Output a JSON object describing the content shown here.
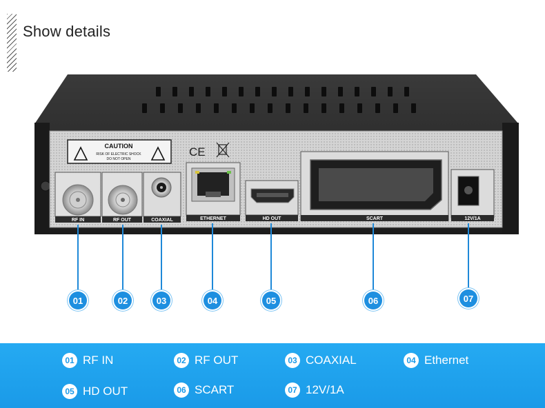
{
  "header": {
    "title": "Show details"
  },
  "device": {
    "caution_title": "CAUTION",
    "caution_line1": "RISK OF ELECTRIC SHOCK",
    "caution_line2": "DO NOT OPEN",
    "ce_mark": "CE",
    "ports": [
      {
        "id": "01",
        "label": "RF IN"
      },
      {
        "id": "02",
        "label": "RF OUT"
      },
      {
        "id": "03",
        "label": "COAXIAL"
      },
      {
        "id": "04",
        "label": "ETHERNET"
      },
      {
        "id": "05",
        "label": "HD OUT"
      },
      {
        "id": "06",
        "label": "SCART"
      },
      {
        "id": "07",
        "label": "12V/1A"
      }
    ]
  },
  "callouts": [
    "01",
    "02",
    "03",
    "04",
    "05",
    "06",
    "07"
  ],
  "legend": [
    {
      "num": "01",
      "label": "RF IN"
    },
    {
      "num": "02",
      "label": "RF OUT"
    },
    {
      "num": "03",
      "label": "COAXIAL"
    },
    {
      "num": "04",
      "label": "Ethernet"
    },
    {
      "num": "05",
      "label": "HD OUT"
    },
    {
      "num": "06",
      "label": "SCART"
    },
    {
      "num": "07",
      "label": "12V/1A"
    }
  ],
  "colors": {
    "accent": "#1e8fe0",
    "band": "#1a9ae8",
    "panel": "#d6d6d6",
    "body": "#2a2a2a"
  }
}
